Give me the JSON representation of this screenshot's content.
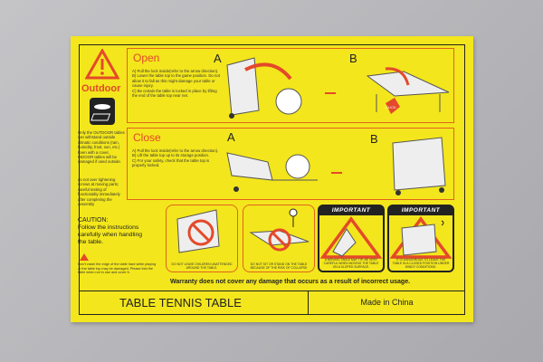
{
  "outdoor": {
    "label": "Outdoor",
    "note1": "Only the OUTDOOR tables can withstand outside climatic conditions (rain, humidity, frost, sun, etc.) Even with a cover, INDOOR tables will be damaged if used outside.",
    "note2": "do not over tightening screws at moving parts; careful testing of functionality immediately after completing the assembly"
  },
  "caution": {
    "title": "CAUTION:",
    "text": "Follow the instructions carefully when handling the table.",
    "note": "Don't crash the edge of the table hard while playing or the table top may be damaged. Please fold the table when not in use and cover it."
  },
  "open": {
    "title": "Open",
    "steps": [
      "A) Pull the lock inside(refer to the arrow direction).",
      "B) Lower the table top to the game position. Do not allow it to fall as this might damage your table or cause injury.",
      "C) Be certain the table is locked in place by lifting the end of the table top near net."
    ],
    "a": "A",
    "b": "B",
    "click": "CLICK"
  },
  "close": {
    "title": "Close",
    "steps": [
      "A) Pull the lock inside(refer to the arrow direction).",
      "B) Lift the table top up to its storage position.",
      "C) For your safety, check that the table top is properly locked."
    ],
    "a": "A",
    "b": "B"
  },
  "pictograms": [
    {
      "caption": "DO NOT LEAVE CHILDREN UNATTENDED AROUND THE TABLE."
    },
    {
      "caption": "DO NOT SIT OR STAND ON THE TABLE BECAUSE OF THE RISK OF COLLAPSE"
    },
    {
      "header": "IMPORTANT",
      "caption": "A MOVING TABLE MAY TIP. BE VERY CAREFUL WHEN MOVING THE TABLE ON A SLOPED SURFACE."
    },
    {
      "header": "IMPORTANT",
      "caption": "IT IS DANGEROUS TO LEAVE THE TABLE IN A CLOSED POSITION UNDER WINDY CONDITIONS."
    }
  ],
  "warranty": "Warranty does not cover any damage that occurs as a result of incorrect usage.",
  "footer": {
    "product": "TABLE TENNIS TABLE",
    "origin": "Made in China"
  },
  "colors": {
    "yellow": "#f3e61c",
    "orange": "#e2631e",
    "red": "#e4492a"
  }
}
